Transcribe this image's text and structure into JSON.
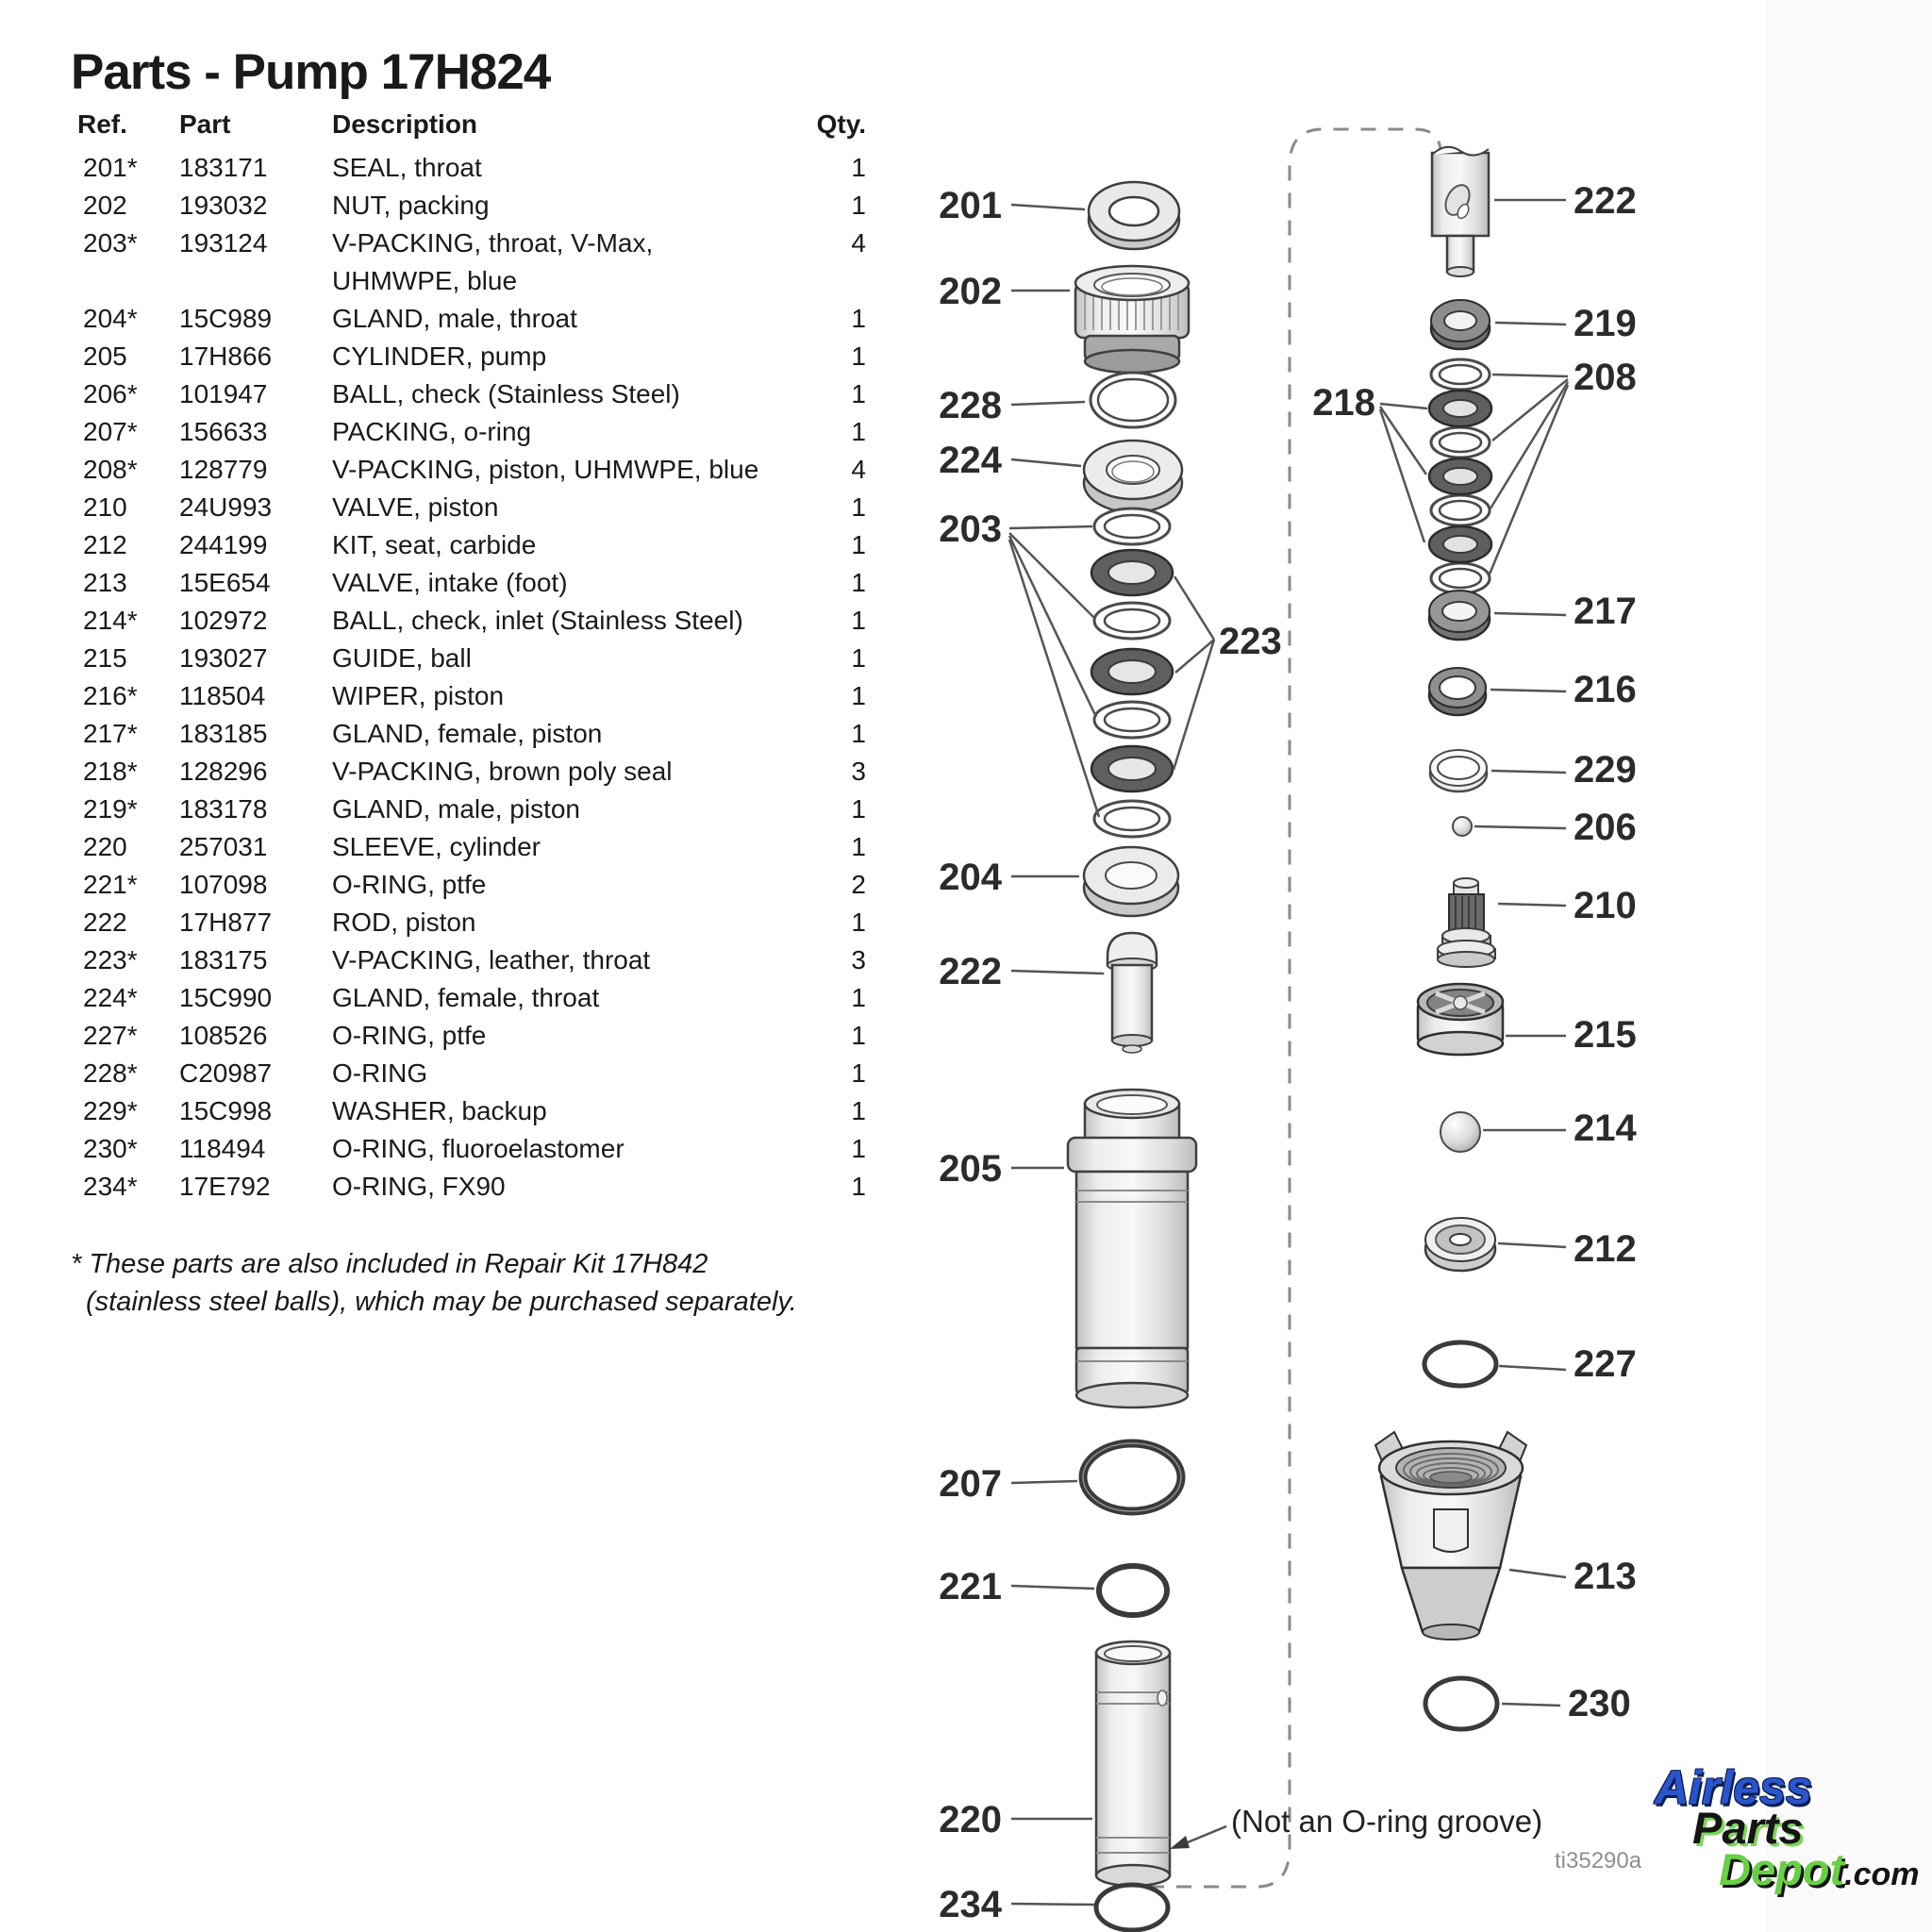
{
  "title": "Parts - Pump 17H824",
  "table": {
    "headers": {
      "ref": "Ref.",
      "part": "Part",
      "description": "Description",
      "qty": "Qty."
    },
    "rows": [
      {
        "ref": "201*",
        "part": "183171",
        "desc": "SEAL, throat",
        "qty": "1"
      },
      {
        "ref": "202",
        "part": "193032",
        "desc": "NUT, packing",
        "qty": "1"
      },
      {
        "ref": "203*",
        "part": "193124",
        "desc": "V-PACKING, throat, V-Max,",
        "desc2": "UHMWPE, blue",
        "qty": "4"
      },
      {
        "ref": "204*",
        "part": "15C989",
        "desc": "GLAND, male, throat",
        "qty": "1"
      },
      {
        "ref": "205",
        "part": "17H866",
        "desc": "CYLINDER, pump",
        "qty": "1"
      },
      {
        "ref": "206*",
        "part": "101947",
        "desc": "BALL, check (Stainless Steel)",
        "qty": "1"
      },
      {
        "ref": "207*",
        "part": "156633",
        "desc": "PACKING, o-ring",
        "qty": "1"
      },
      {
        "ref": "208*",
        "part": "128779",
        "desc": "V-PACKING, piston, UHMWPE, blue",
        "qty": "4"
      },
      {
        "ref": "210",
        "part": "24U993",
        "desc": "VALVE, piston",
        "qty": "1"
      },
      {
        "ref": "212",
        "part": "244199",
        "desc": "KIT, seat, carbide",
        "qty": "1"
      },
      {
        "ref": "213",
        "part": "15E654",
        "desc": "VALVE, intake (foot)",
        "qty": "1"
      },
      {
        "ref": "214*",
        "part": "102972",
        "desc": "BALL, check, inlet (Stainless Steel)",
        "qty": "1"
      },
      {
        "ref": "215",
        "part": "193027",
        "desc": "GUIDE, ball",
        "qty": "1"
      },
      {
        "ref": "216*",
        "part": "118504",
        "desc": "WIPER, piston",
        "qty": "1"
      },
      {
        "ref": "217*",
        "part": "183185",
        "desc": "GLAND, female, piston",
        "qty": "1"
      },
      {
        "ref": "218*",
        "part": "128296",
        "desc": "V-PACKING, brown poly seal",
        "qty": "3"
      },
      {
        "ref": "219*",
        "part": "183178",
        "desc": "GLAND, male, piston",
        "qty": "1"
      },
      {
        "ref": "220",
        "part": "257031",
        "desc": "SLEEVE, cylinder",
        "qty": "1"
      },
      {
        "ref": "221*",
        "part": "107098",
        "desc": "O-RING, ptfe",
        "qty": "2"
      },
      {
        "ref": "222",
        "part": "17H877",
        "desc": "ROD, piston",
        "qty": "1"
      },
      {
        "ref": "223*",
        "part": "183175",
        "desc": "V-PACKING, leather, throat",
        "qty": "3"
      },
      {
        "ref": "224*",
        "part": "15C990",
        "desc": "GLAND, female, throat",
        "qty": "1"
      },
      {
        "ref": "227*",
        "part": "108526",
        "desc": "O-RING, ptfe",
        "qty": "1"
      },
      {
        "ref": "228*",
        "part": "C20987",
        "desc": "O-RING",
        "qty": "1"
      },
      {
        "ref": "229*",
        "part": "15C998",
        "desc": "WASHER, backup",
        "qty": "1"
      },
      {
        "ref": "230*",
        "part": "118494",
        "desc": "O-RING, fluoroelastomer",
        "qty": "1"
      },
      {
        "ref": "234*",
        "part": "17E792",
        "desc": "O-RING, FX90",
        "qty": "1"
      }
    ],
    "footnote1": "* These parts are also included in Repair Kit 17H842",
    "footnote2": "(stainless steel balls), which may be purchased separately."
  },
  "diagram": {
    "left_labels": [
      "201",
      "202",
      "228",
      "224",
      "203",
      "223",
      "204",
      "222",
      "205",
      "207",
      "221",
      "220",
      "234"
    ],
    "right_labels": [
      "222",
      "219",
      "208",
      "218",
      "217",
      "216",
      "229",
      "206",
      "210",
      "215",
      "214",
      "212",
      "227",
      "213",
      "230"
    ],
    "note": "(Not an O-ring groove)",
    "drawing_id": "ti35290a"
  },
  "logo": {
    "word1": "Airless",
    "word2": "Parts",
    "word3": "Depot",
    "suffix": ".com",
    "colors": {
      "blue": "#2a55cc",
      "green": "#69cf43",
      "black": "#141414"
    }
  }
}
